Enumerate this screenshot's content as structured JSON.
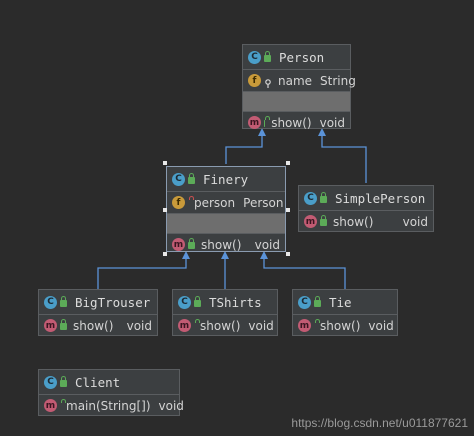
{
  "colors": {
    "background": "#2b2b2b",
    "box_fill": "#3c3f41",
    "edge": "#5b93d8",
    "class_badge": "#4a9ec9",
    "field_badge": "#c89a3a",
    "method_badge": "#c25b73"
  },
  "icons": {
    "class": "class-icon",
    "field": "field-icon",
    "method": "method-icon",
    "public": "public-lock-icon",
    "private": "private-lock-icon",
    "package": "package-visibility-icon"
  },
  "classes": {
    "person": {
      "icon_letter": "C",
      "name": "Person",
      "field": {
        "icon_letter": "f",
        "name": "name",
        "type": "String"
      },
      "method": {
        "icon_letter": "m",
        "name": "show()",
        "type": "void"
      }
    },
    "finery": {
      "icon_letter": "C",
      "name": "Finery",
      "field": {
        "icon_letter": "f",
        "name": "person",
        "type": "Person"
      },
      "method": {
        "icon_letter": "m",
        "name": "show()",
        "type": "void"
      }
    },
    "simple_person": {
      "icon_letter": "C",
      "name": "SimplePerson",
      "method": {
        "icon_letter": "m",
        "name": "show()",
        "type": "void"
      }
    },
    "big_trouser": {
      "icon_letter": "C",
      "name": "BigTrouser",
      "method": {
        "icon_letter": "m",
        "name": "show()",
        "type": "void"
      }
    },
    "tshirts": {
      "icon_letter": "C",
      "name": "TShirts",
      "method": {
        "icon_letter": "m",
        "name": "show()",
        "type": "void"
      }
    },
    "tie": {
      "icon_letter": "C",
      "name": "Tie",
      "method": {
        "icon_letter": "m",
        "name": "show()",
        "type": "void"
      }
    },
    "client": {
      "icon_letter": "C",
      "name": "Client",
      "method": {
        "icon_letter": "m",
        "name": "main(String[])",
        "type": "void"
      }
    }
  },
  "relations": [
    {
      "from": "Finery",
      "to": "Person",
      "kind": "inheritance"
    },
    {
      "from": "SimplePerson",
      "to": "Person",
      "kind": "inheritance"
    },
    {
      "from": "BigTrouser",
      "to": "Finery",
      "kind": "inheritance"
    },
    {
      "from": "TShirts",
      "to": "Finery",
      "kind": "inheritance"
    },
    {
      "from": "Tie",
      "to": "Finery",
      "kind": "inheritance"
    }
  ],
  "watermark": "https://blog.csdn.net/u011877621"
}
